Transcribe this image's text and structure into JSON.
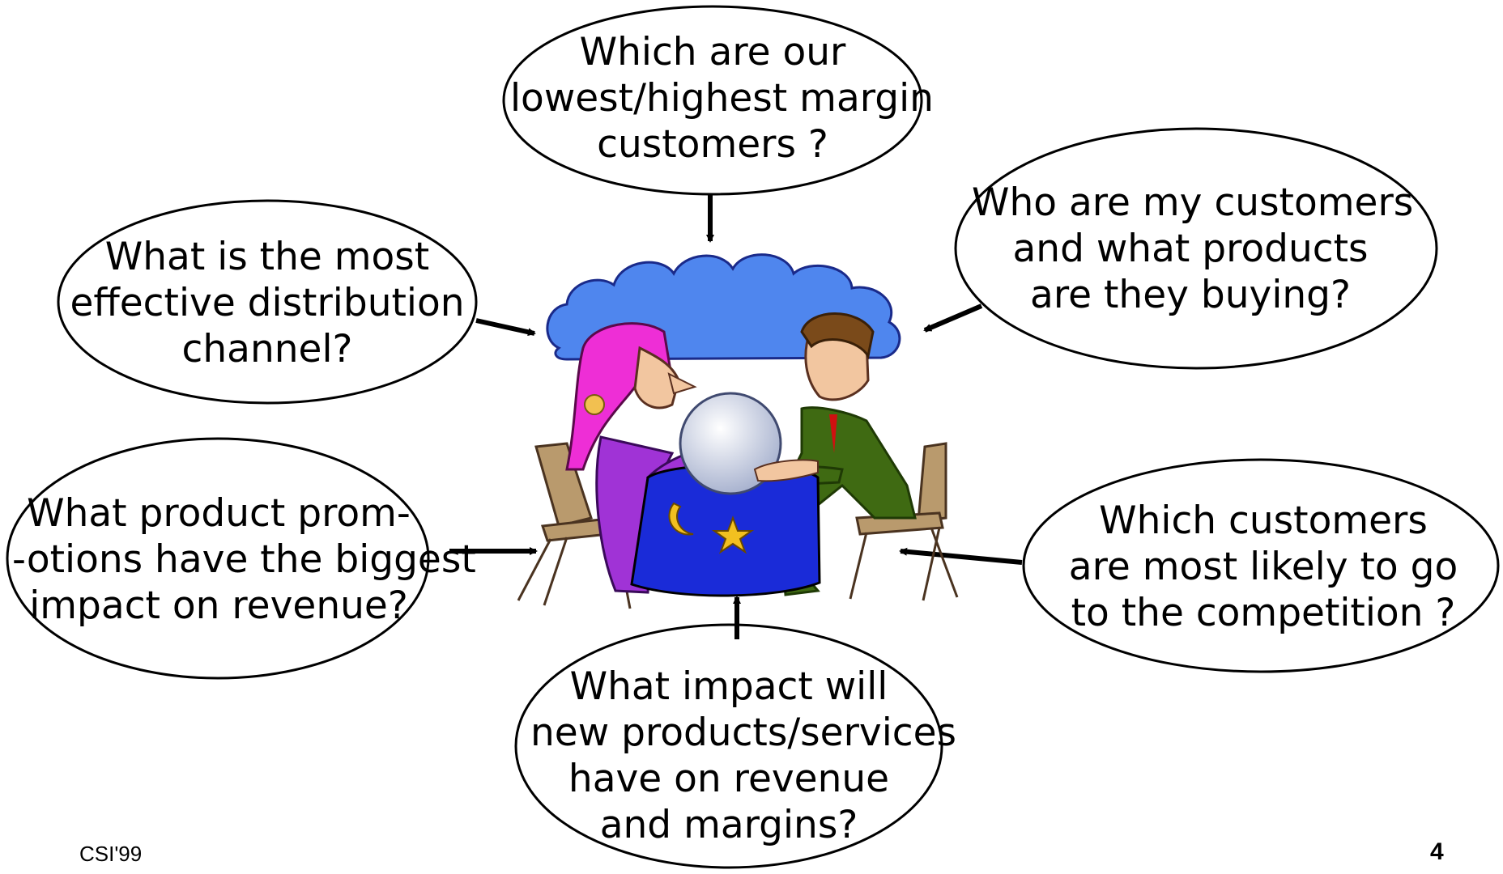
{
  "questions": {
    "top": [
      "Which are our",
      "lowest/highest margin",
      "customers ?"
    ],
    "upper_left": [
      "What is the most",
      "effective distribution",
      "channel?"
    ],
    "upper_right": [
      "Who are my customers",
      "and what products",
      "are they buying?"
    ],
    "lower_left": [
      "What product prom-",
      "-otions have the biggest",
      "impact on revenue?"
    ],
    "lower_right": [
      "Which customers",
      "are most likely to go",
      "to the competition ?"
    ],
    "bottom": [
      "What impact will",
      "new products/services",
      "have on revenue",
      "and margins?"
    ]
  },
  "footer": {
    "left": "CSI'99",
    "right": "4"
  },
  "colors": {
    "cloud": "#4f86ee",
    "table": "#1a2bd8",
    "gypsy": "#a033d6",
    "turban": "#ee2ed6",
    "suit": "#3f6a12",
    "chair": "#b99a6d",
    "crystal_ball": "#d9e0f2"
  }
}
